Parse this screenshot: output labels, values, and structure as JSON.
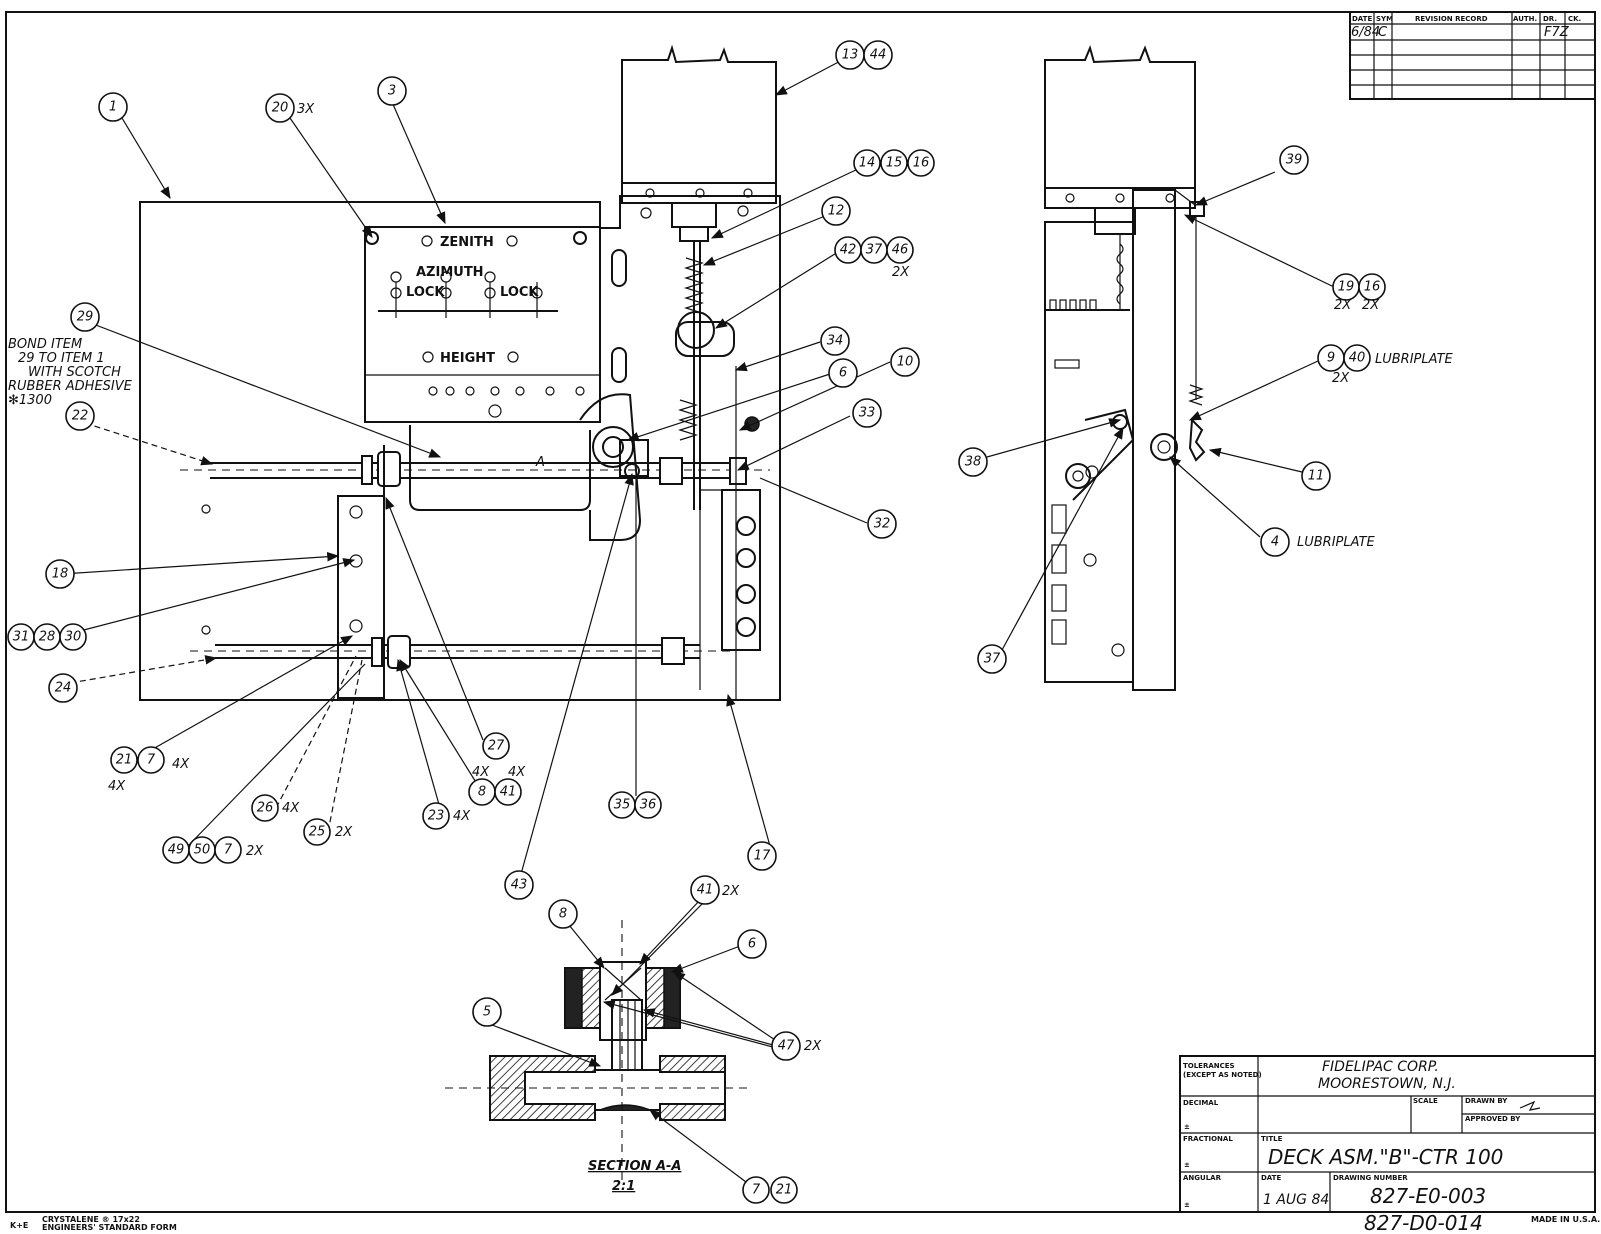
{
  "revision_block": {
    "headers": [
      "DATE",
      "SYM",
      "REVISION RECORD",
      "AUTH.",
      "DR.",
      "CK."
    ],
    "row1": {
      "date": "6/84",
      "sym": "C",
      "ck": "F7Z"
    }
  },
  "balloons": {
    "b1": "1",
    "b20": "20",
    "b3": "3",
    "b13": "13",
    "b44": "44",
    "b14": "14",
    "b15": "15",
    "b16a": "16",
    "b12": "12",
    "b42": "42",
    "b37a": "37",
    "b46": "46",
    "b34": "34",
    "b6a": "6",
    "b10": "10",
    "b33": "33",
    "b32": "32",
    "b29": "29",
    "b22": "22",
    "b18": "18",
    "b31": "31",
    "b28": "28",
    "b30": "30",
    "b24": "24",
    "b21a": "21",
    "b7a": "7",
    "b26": "26",
    "b25": "25",
    "b49": "49",
    "b50": "50",
    "b7b": "7",
    "b23": "23",
    "b27": "27",
    "b8a": "8",
    "b41a": "41",
    "b35": "35",
    "b36": "36",
    "b43": "43",
    "b17": "17",
    "b39": "39",
    "b19": "19",
    "b16b": "16",
    "b9": "9",
    "b40": "40",
    "b38": "38",
    "b11": "11",
    "b4": "4",
    "b37b": "37",
    "b8b": "8",
    "b41b": "41",
    "b6b": "6",
    "b5": "5",
    "b47": "47",
    "b7c": "7",
    "b21b": "21"
  },
  "multipliers": {
    "m20": "3X",
    "m46": "2X",
    "m19": "2X",
    "m16": "2X",
    "m40": "2X",
    "m21a": "4X",
    "m21b": "4X",
    "m26": "4X",
    "m25": "2X",
    "m7b": "2X",
    "m23": "4X",
    "m8": "4X",
    "m41a": "4X",
    "m41b": "2X",
    "m47": "2X"
  },
  "notes": {
    "bond_line1": "BOND ITEM",
    "bond_line2": "29 TO ITEM 1",
    "bond_line3": "WITH SCOTCH",
    "bond_line4": "RUBBER ADHESIVE",
    "bond_line5": "✻1300",
    "lubriplate_1": "LUBRIPLATE",
    "lubriplate_2": "LUBRIPLATE",
    "section_title": "SECTION A-A",
    "section_scale": "2:1",
    "section_marker": "A"
  },
  "panel_labels": {
    "zenith": "ZENITH",
    "azimuth": "AZIMUTH",
    "lock1": "LOCK",
    "lock2": "LOCK",
    "height": "HEIGHT"
  },
  "title_block": {
    "tolerances": "TOLERANCES",
    "tolerances_sub": "(EXCEPT AS NOTED)",
    "company_line1": "FIDELIPAC CORP.",
    "company_line2": "MOORESTOWN, N.J.",
    "decimal": "DECIMAL",
    "fractional": "FRACTIONAL",
    "angular": "ANGULAR",
    "plus_minus": "±",
    "scale": "SCALE",
    "drawn_by": "DRAWN BY",
    "approved_by": "APPROVED BY",
    "title_label": "TITLE",
    "title": "DECK ASM.\"B\"-CTR 100",
    "date_label": "DATE",
    "date": "1 AUG 84",
    "drawing_number_label": "DRAWING NUMBER",
    "drawing_number": "827-E0-003"
  },
  "footer": {
    "brand": "K+E",
    "form_line1": "CRYSTALENE ® 17x22",
    "form_line2": "ENGINEERS' STANDARD FORM",
    "alt_number": "827-D0-014",
    "made_in": "MADE IN U.S.A."
  }
}
